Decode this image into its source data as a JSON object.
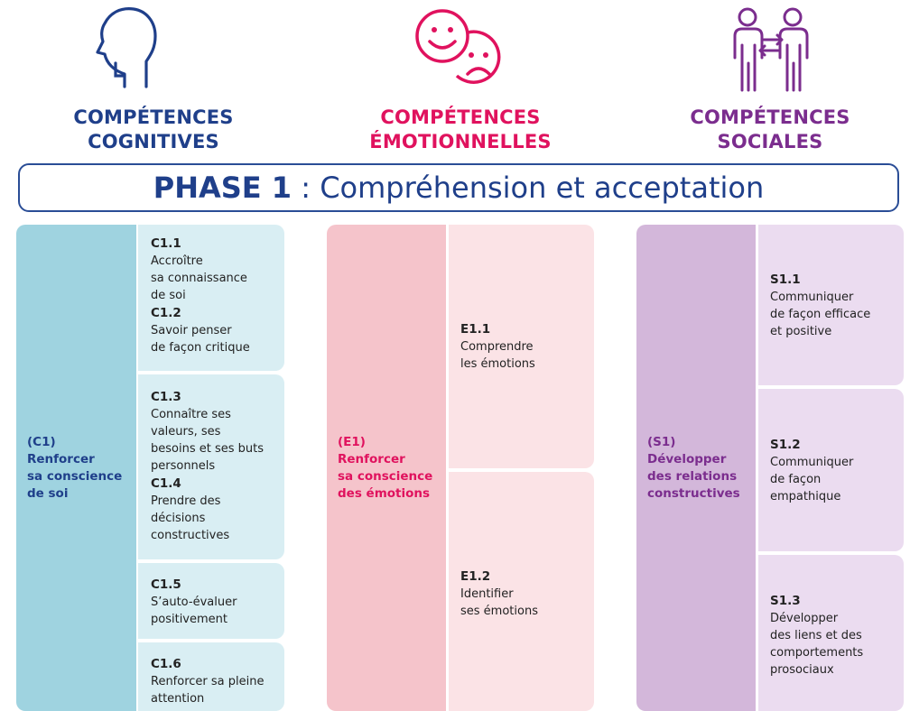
{
  "colors": {
    "cognitive": "#1f3f8a",
    "emotional": "#e0125e",
    "social": "#7b2d8e",
    "cognitive_main_bg": "#9fd3e0",
    "cognitive_sub_bg": "#d9eef3",
    "emotional_main_bg": "#f5c4cb",
    "emotional_sub_bg": "#fbe3e6",
    "social_main_bg": "#d3b7da",
    "social_sub_bg": "#ebdcf0"
  },
  "icons": {
    "cognitive": "head-profile-icon",
    "emotional": "happy-sad-faces-icon",
    "social": "two-people-exchange-icon"
  },
  "categories": {
    "cognitive": {
      "line1": "COMPÉTENCES",
      "line2": "COGNITIVES"
    },
    "emotional": {
      "line1": "COMPÉTENCES",
      "line2": "ÉMOTIONNELLES"
    },
    "social": {
      "line1": "COMPÉTENCES",
      "line2": "SOCIALES"
    }
  },
  "phase": {
    "label": "PHASE 1",
    "separator": " : ",
    "title": "Compréhension et acceptation"
  },
  "cognitive": {
    "main": {
      "code": "(C1)",
      "lines": [
        "Renforcer",
        "sa conscience",
        "de soi"
      ]
    },
    "cells": [
      [
        {
          "code": "C1.1",
          "lines": [
            "Accroître",
            "sa connaissance",
            "de soi"
          ]
        },
        {
          "code": "C1.2",
          "lines": [
            "Savoir penser",
            "de façon critique"
          ]
        }
      ],
      [
        {
          "code": "C1.3",
          "lines": [
            "Connaître ses",
            "valeurs, ses",
            "besoins et ses buts",
            "personnels"
          ]
        },
        {
          "code": "C1.4",
          "lines": [
            "Prendre des",
            "décisions",
            "constructives"
          ]
        }
      ],
      [
        {
          "code": "C1.5",
          "lines": [
            "S’auto-évaluer",
            "positivement"
          ]
        }
      ],
      [
        {
          "code": "C1.6",
          "lines": [
            "Renforcer sa pleine",
            "attention"
          ]
        }
      ]
    ]
  },
  "emotional": {
    "main": {
      "code": "(E1)",
      "lines": [
        "Renforcer",
        "sa conscience",
        "des émotions"
      ]
    },
    "cells": [
      [
        {
          "code": "E1.1",
          "lines": [
            "Comprendre",
            "les émotions"
          ]
        }
      ],
      [
        {
          "code": "E1.2",
          "lines": [
            "Identifier",
            "ses émotions"
          ]
        }
      ]
    ]
  },
  "social": {
    "main": {
      "code": "(S1)",
      "lines": [
        "Développer",
        "des relations",
        "constructives"
      ]
    },
    "cells": [
      [
        {
          "code": "S1.1",
          "lines": [
            "Communiquer",
            "de façon efficace",
            "et positive"
          ]
        }
      ],
      [
        {
          "code": "S1.2",
          "lines": [
            "Communiquer",
            "de façon",
            "empathique"
          ]
        }
      ],
      [
        {
          "code": "S1.3",
          "lines": [
            "Développer",
            "des liens et des",
            "comportements",
            "prosociaux"
          ]
        }
      ]
    ]
  }
}
